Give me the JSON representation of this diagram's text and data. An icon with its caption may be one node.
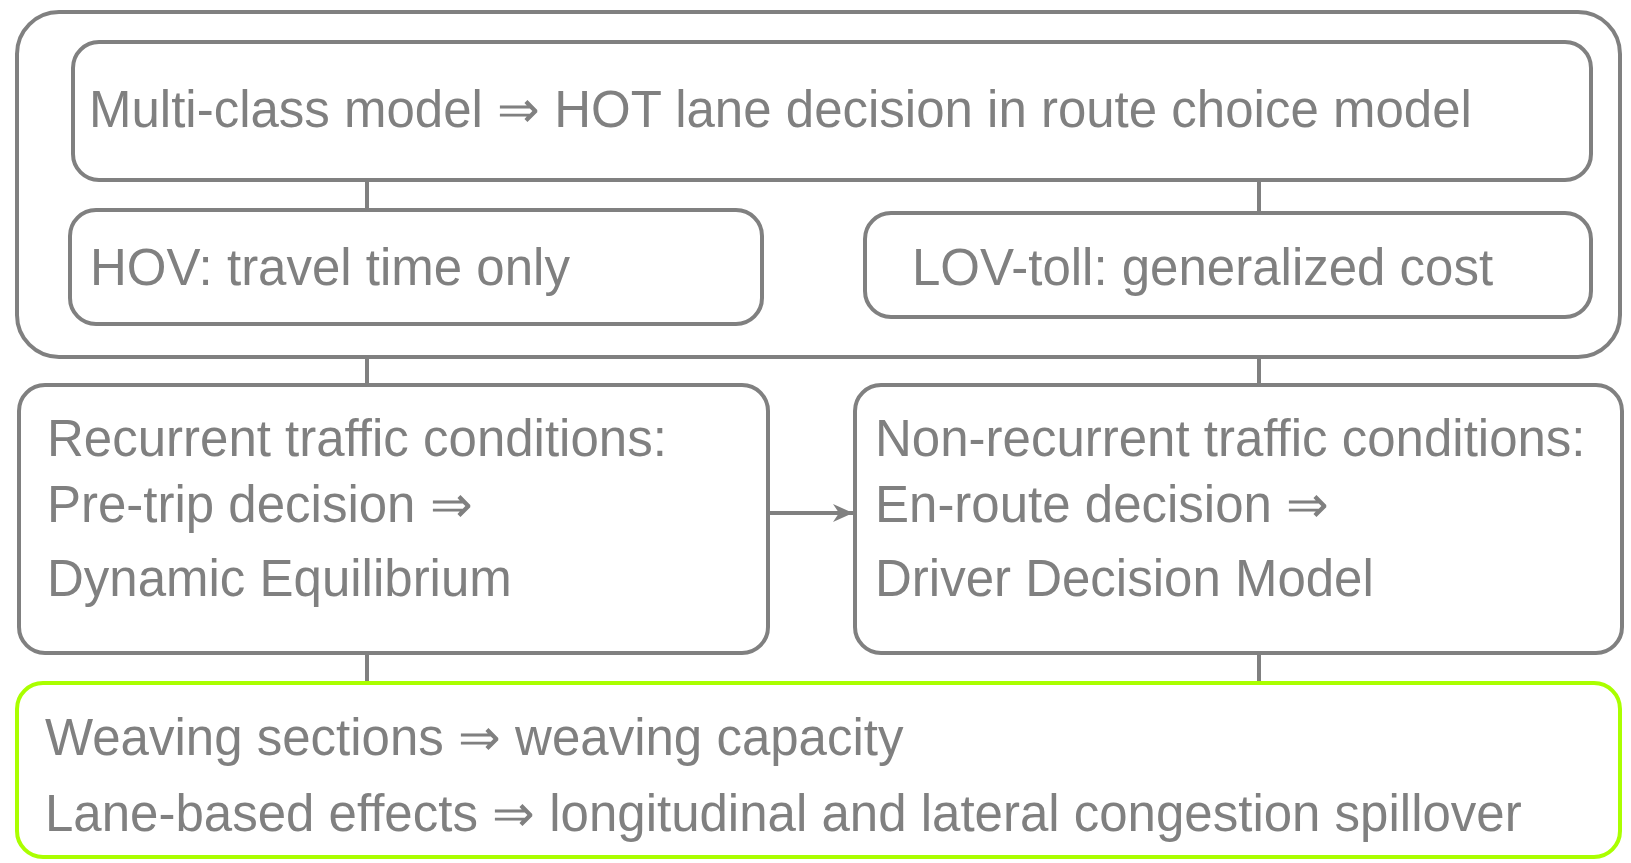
{
  "diagram": {
    "nodes": [
      {
        "text": [],
        "shape": "box"
      },
      {
        "text": [
          "Multi-class model ⇒ HOT lane decision in route choice model"
        ],
        "in": 0
      },
      {
        "text": [
          "HOV: travel time only"
        ],
        "in": 0
      },
      {
        "text": [
          "LOV-toll: generalized cost"
        ],
        "in": 0
      },
      {
        "text": [
          "Recurrent traffic conditions:",
          "Pre-trip decision ⇒ Dynamic Equilibrium"
        ]
      },
      {
        "text": [
          "Non-recurrent traffic conditions:",
          "En-route decision ⇒ Driver Decision Model"
        ]
      },
      {
        "text": [
          "Weaving sections ⇒ weaving capacity",
          "Lane-based effects ⇒ longitudinal and lateral congestion spillover"
        ]
      }
    ],
    "edges": [
      {
        "from": 1,
        "to": 2,
        "arrow": "none"
      },
      {
        "from": 1,
        "to": 3,
        "arrow": "none"
      },
      {
        "from": 0,
        "to": 4,
        "arrow": "none"
      },
      {
        "from": 0,
        "to": 5,
        "arrow": "none"
      },
      {
        "from": 4,
        "to": 5,
        "arrow": "to"
      },
      {
        "from": 4,
        "to": 6,
        "arrow": "none"
      },
      {
        "from": 5,
        "to": 6,
        "arrow": "none"
      }
    ]
  }
}
